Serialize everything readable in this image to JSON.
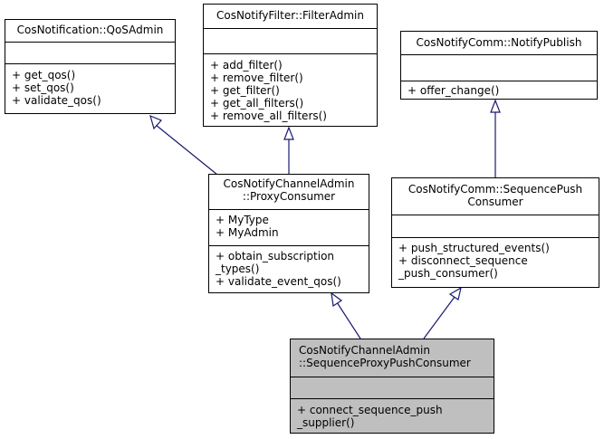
{
  "classes": {
    "qosadmin": {
      "title": [
        "CosNotification::QoSAdmin"
      ],
      "attributes": [],
      "operations": [
        "+ get_qos()",
        "+ set_qos()",
        "+ validate_qos()"
      ]
    },
    "filteradmin": {
      "title": [
        "CosNotifyFilter::FilterAdmin"
      ],
      "attributes": [],
      "operations": [
        "+ add_filter()",
        "+ remove_filter()",
        "+ get_filter()",
        "+ get_all_filters()",
        "+ remove_all_filters()"
      ]
    },
    "notifypublish": {
      "title": [
        "CosNotifyComm::NotifyPublish"
      ],
      "attributes": [],
      "operations": [
        "+ offer_change()"
      ]
    },
    "proxyconsumer": {
      "title": [
        "CosNotifyChannelAdmin",
        "::ProxyConsumer"
      ],
      "attributes": [
        "+ MyType",
        "+ MyAdmin"
      ],
      "operations": [
        "+ obtain_subscription",
        "_types()",
        "+ validate_event_qos()"
      ]
    },
    "sequencepushconsumer": {
      "title": [
        "CosNotifyComm::SequencePush",
        "Consumer"
      ],
      "attributes": [],
      "operations": [
        "+ push_structured_events()",
        "+ disconnect_sequence",
        "_push_consumer()"
      ]
    },
    "sequenceproxypushconsumer": {
      "title": [
        "CosNotifyChannelAdmin",
        "::SequenceProxyPushConsumer"
      ],
      "attributes": [],
      "operations": [
        "+ connect_sequence_push",
        "_supplier()"
      ]
    }
  },
  "colors": {
    "edge": "#191970",
    "highlight_fill": "#bfbfbf",
    "border": "#000000"
  }
}
